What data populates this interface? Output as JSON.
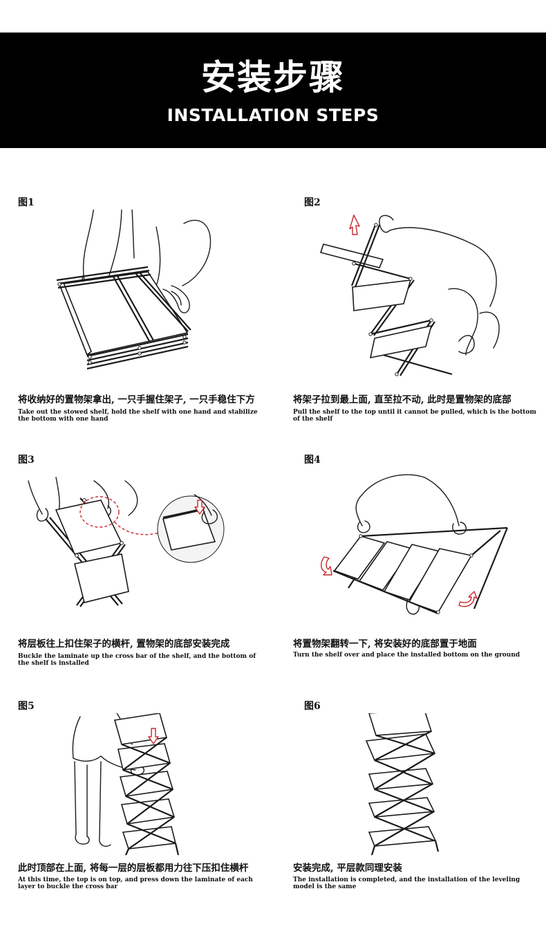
{
  "header": {
    "title_cn": "安装步骤",
    "title_en": "INSTALLATION STEPS"
  },
  "steps": [
    {
      "label": "图1",
      "text_cn": "将收纳好的置物架拿出, 一只手握住架子, 一只手稳住下方",
      "text_en": "Take out the stowed shelf, hold the shelf with one hand and stabilize the bottom with one hand"
    },
    {
      "label": "图2",
      "text_cn": "将架子拉到最上面, 直至拉不动, 此时是置物架的底部",
      "text_en": "Pull the shelf to the top until it cannot be pulled, which is the bottom of the shelf"
    },
    {
      "label": "图3",
      "text_cn": "将层板往上扣住架子的横杆, 置物架的底部安装完成",
      "text_en": "Buckle the laminate up the cross bar of the shelf, and the bottom of the shelf is installed"
    },
    {
      "label": "图4",
      "text_cn": "将置物架翻转一下, 将安装好的底部置于地面",
      "text_en": "Turn the shelf over and place the installed bottom on the ground"
    },
    {
      "label": "图5",
      "text_cn": "此时顶部在上面, 将每一层的层板都用力往下压扣住横杆",
      "text_en": "At this time, the top is on top, and press down the laminate of each layer to buckle the cross bar"
    },
    {
      "label": "图6",
      "text_cn": "安装完成, 平层款同理安装",
      "text_en": "The installation is completed, and the installation of the leveling model is the same"
    }
  ],
  "colors": {
    "banner_bg": "#000000",
    "banner_text": "#ffffff",
    "arrow_accent": "#c8262c"
  }
}
